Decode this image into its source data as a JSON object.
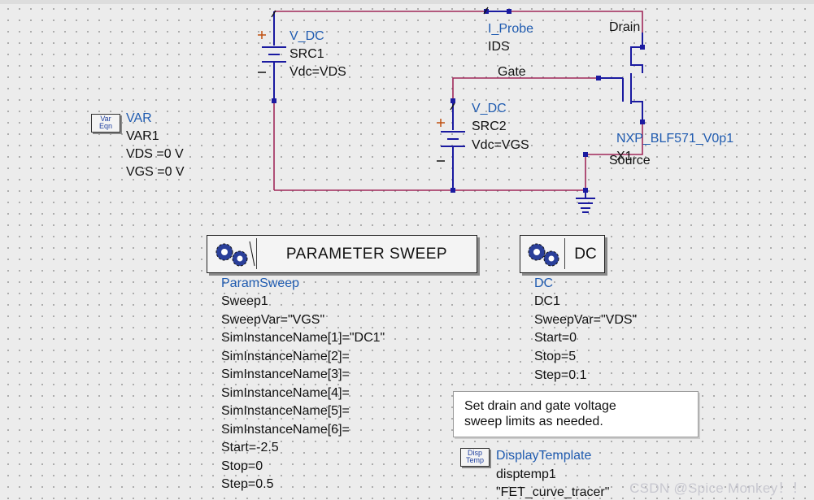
{
  "var_block": {
    "icon_line1": "Var",
    "icon_line2": "Eqn",
    "type": "VAR",
    "name": "VAR1",
    "param1": "VDS =0 V",
    "param2": "VGS =0 V"
  },
  "src1": {
    "type": "V_DC",
    "name": "SRC1",
    "param": "Vdc=VDS"
  },
  "src2": {
    "type": "V_DC",
    "name": "SRC2",
    "param": "Vdc=VGS"
  },
  "probe": {
    "type": "I_Probe",
    "name": "IDS"
  },
  "transistor": {
    "drain_label": "Drain",
    "gate_label": "Gate",
    "source_label": "Source",
    "model": "NXP_BLF571_V0p1",
    "instance": "X1"
  },
  "param_sweep": {
    "title": "PARAMETER SWEEP",
    "type": "ParamSweep",
    "name": "Sweep1",
    "lines": [
      "SweepVar=\"VGS\"",
      "SimInstanceName[1]=\"DC1\"",
      "SimInstanceName[2]=",
      "SimInstanceName[3]=",
      "SimInstanceName[4]=",
      "SimInstanceName[5]=",
      "SimInstanceName[6]=",
      "Start=-2.5",
      "Stop=0",
      "Step=0.5"
    ]
  },
  "dc_sim": {
    "icon_label": "DC",
    "type": "DC",
    "name": "DC1",
    "lines": [
      "SweepVar=\"VDS\"",
      "Start=0",
      "Stop=5",
      "Step=0.1"
    ]
  },
  "note": {
    "line1": "Set drain and gate voltage",
    "line2": "sweep limits as needed."
  },
  "display_template": {
    "icon_line1": "Disp",
    "icon_line2": "Temp",
    "type": "DisplayTemplate",
    "name": "disptemp1",
    "value": "\"FET_curve_tracer\""
  },
  "watermark": "CSDN @Spice Monkey！！",
  "colors": {
    "wire": "#a0285a",
    "component": "#1a1aa0",
    "label": "#1f5bb0"
  }
}
